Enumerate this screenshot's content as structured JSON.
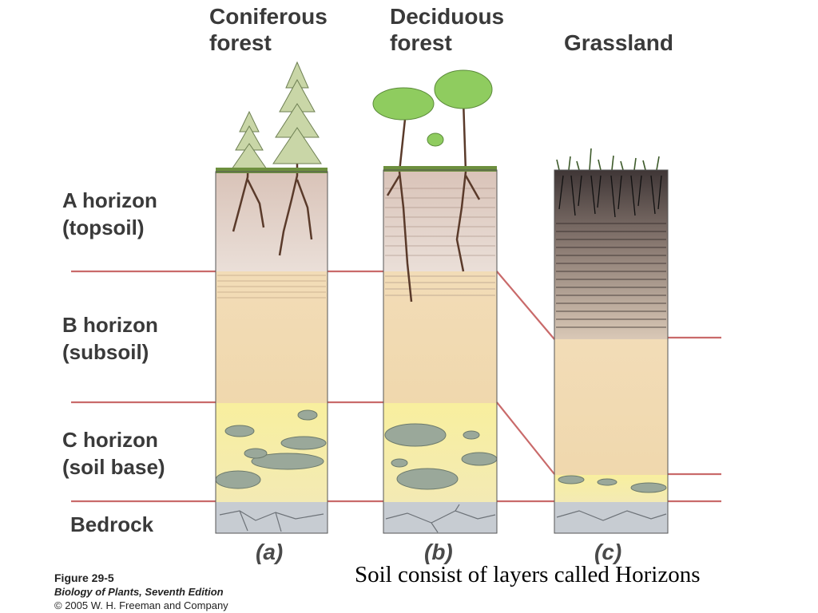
{
  "columns": [
    {
      "title_line1": "Coniferous",
      "title_line2": "forest",
      "panel": "(a)"
    },
    {
      "title_line1": "Deciduous",
      "title_line2": "forest",
      "panel": "(b)"
    },
    {
      "title_line1": "Grassland",
      "title_line2": "",
      "panel": "(c)"
    }
  ],
  "horizons": [
    {
      "line1": "A horizon",
      "line2": "(topsoil)"
    },
    {
      "line1": "B horizon",
      "line2": "(subsoil)"
    },
    {
      "line1": "C horizon",
      "line2": "(soil base)"
    },
    {
      "line1": "Bedrock",
      "line2": ""
    }
  ],
  "caption": {
    "figure": "Figure 29-5",
    "book": "Biology of Plants, Seventh Edition",
    "copyright": "© 2005 W. H. Freeman and Company"
  },
  "slide_text": "Soil consist of layers called Horizons",
  "colors": {
    "boundary_line": "#c96a6a",
    "topsoil": "#e6d6cc",
    "subsoil": "#f1d9b0",
    "soil_base": "#f7eda5",
    "bedrock": "#c7ccd2",
    "grass_topsoil": "#4a4040",
    "foliage": "#7fbf5a"
  }
}
